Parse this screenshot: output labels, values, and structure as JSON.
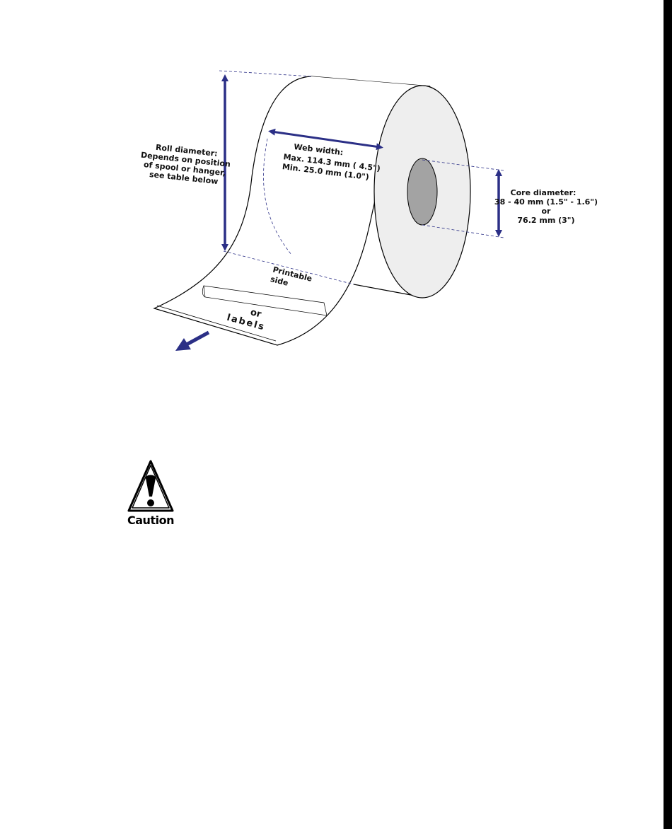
{
  "diagram": {
    "roll_diameter": [
      "Roll diameter:",
      "Depends on position",
      "of spool or hanger,",
      "see table below"
    ],
    "web_width": [
      "Web width:",
      "Max. 114.3 mm ( 4.5\")",
      "Min. 25.0 mm (1.0\")"
    ],
    "core_diameter": [
      "Core diameter:",
      "38 - 40 mm (1.5\" - 1.6\")",
      "or",
      "76.2 mm (3\")"
    ],
    "printable_side": [
      "Printable",
      "side"
    ],
    "media_type": [
      "or",
      "labels"
    ],
    "colors": {
      "dimension_arrow": "#2b2f86",
      "core_fill": "#a3a3a3",
      "roll_face": "#eeeeee",
      "outline": "#000000"
    }
  },
  "caution": {
    "label": "Caution",
    "icon": "caution-triangle-icon"
  }
}
